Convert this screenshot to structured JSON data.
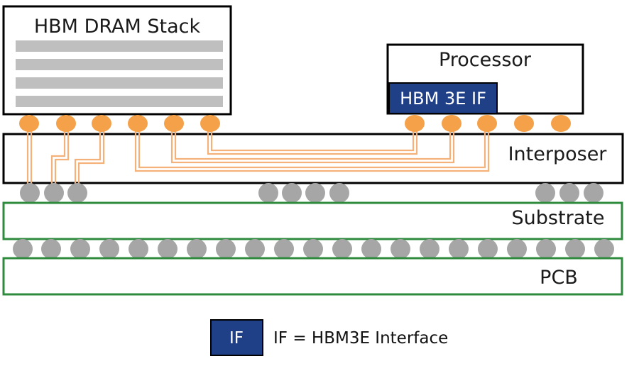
{
  "hbm_stack": {
    "title": "HBM DRAM Stack"
  },
  "processor": {
    "title": "Processor",
    "interface_label": "HBM 3E IF"
  },
  "interposer": {
    "label": "Interposer"
  },
  "substrate": {
    "label": "Substrate"
  },
  "pcb": {
    "label": "PCB"
  },
  "legend": {
    "box_label": "IF",
    "description": "IF = HBM3E Interface"
  },
  "colors": {
    "outline": "#000000",
    "dram_layer": "#bfbfbf",
    "interface_fill": "#1f3f87",
    "microbump": "#f4a14a",
    "trace": "#f4b27a",
    "solder_ball": "#a6a6a6",
    "green_outline": "#2e8b3e"
  }
}
